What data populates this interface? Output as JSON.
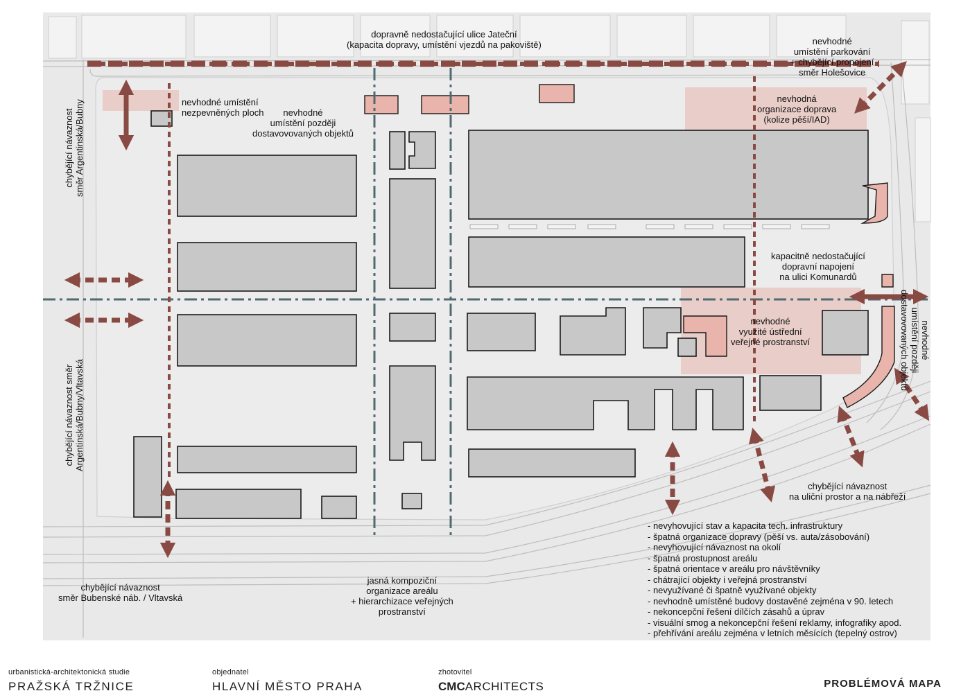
{
  "labels": {
    "jatecni": [
      "dopravně nedostačující ulice Jateční",
      "(kapacita dopravy, umístění vjezdů na pakoviště)"
    ],
    "parking": [
      "nevhodné",
      "umístění parkování",
      "+ chybějící propojení",
      "směr Holešovice"
    ],
    "nezpevnene": [
      "nevhodné umístění",
      "nezpevněných ploch"
    ],
    "pozdeji": [
      "nevhodné",
      "umístění později",
      "dostavovovaných objektů"
    ],
    "organizace": [
      "nevhodná",
      "organizace doprava",
      "(kolize pěší/IAD)"
    ],
    "komunardu": [
      "kapacitně nedostačující",
      "dopravní napojení",
      "na ulici Komunardů"
    ],
    "ustredni": [
      "nevhodné",
      "využité ústřední",
      "veřejné prostranství"
    ],
    "nabrezi": [
      "chybějící návaznost",
      "na uliční prostor a na nábřeží"
    ],
    "bubenske": [
      "chybějící návaznost",
      "směr Bubenské náb. / Vltavská"
    ],
    "kompozice": [
      "jasná kompoziční",
      "organizace areálu",
      "+ hierarchizace veřejných",
      "prostranství"
    ],
    "left_top_vertical": [
      "chybějící návaznost",
      "směr Argentinská/Bubny"
    ],
    "left_mid_vertical": [
      "chybějící návaznost směr",
      "Argentinská/Bubny/Vltavská"
    ],
    "right_vertical": [
      "nevhodné",
      "umístění později",
      "dostavovovaných objektů"
    ]
  },
  "problems": [
    "- nevyhovující stav a kapacita tech. infrastruktury",
    "- špatná organizace dopravy (pěší vs. auta/zásobování)",
    "- nevyhovující návaznost na okolí",
    "- špatná prostupnost areálu",
    "- špatná orientace v areálu pro návštěvníky",
    "- chátrající objekty i veřejná prostranství",
    "- nevyužívané či špatně využívané objekty",
    "- nevhodně umístěné budovy dostavěné zejména v 90. letech",
    "- nekoncepční řešení dílčích zásahů a úprav",
    "- visuální smog a nekoncepční řešení reklamy, infografiky apod.",
    "- přehřívání areálu zejména v letních měsících (tepelný ostrov)"
  ],
  "footer": {
    "study_small": "urbanistická-architektonická studie",
    "study_big": "PRAŽSKÁ TRŽNICE",
    "client_small": "objednatel",
    "client_big": "HLAVNÍ MĚSTO PRAHA",
    "author_small": "zhotovitel",
    "author_bold": "CMC",
    "author_rest": "ARCHITECTS",
    "title": "PROBLÉMOVÁ MAPA"
  },
  "colors": {
    "background_map": "#eaeaea",
    "building_fill": "#c8c8c8",
    "highlight": "#e8b4ab",
    "arrow": "#8a4a44",
    "axis": "#4f6a70"
  }
}
